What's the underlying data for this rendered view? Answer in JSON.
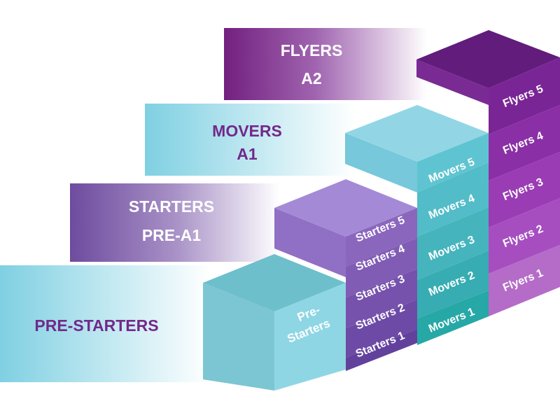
{
  "colors": {
    "teal_light": "#8fd6e4",
    "teal_mid": "#5ec3cf",
    "teal_dark": "#26a8a6",
    "violet_light": "#a37fcf",
    "violet_mid": "#8a66bd",
    "violet_dark": "#6c4aa8",
    "purple_light": "#b46cc8",
    "purple_mid": "#8a3aa8",
    "purple_dark": "#611c7c",
    "band_text_purple": "#73288b",
    "band_text_white": "#ffffff"
  },
  "bands": {
    "flyers": {
      "line1": "FLYERS",
      "line2": "A2"
    },
    "movers": {
      "line1": "MOVERS",
      "line2": "A1"
    },
    "starters": {
      "line1": "STARTERS",
      "line2": "PRE-A1"
    },
    "prestarters": {
      "line1": "PRE-STARTERS"
    }
  },
  "blocks": {
    "prestarters": {
      "line1": "Pre-",
      "line2": "Starters"
    },
    "starters": [
      "Starters 1",
      "Starters 2",
      "Starters 3",
      "Starters 4",
      "Starters 5"
    ],
    "movers": [
      "Movers 1",
      "Movers 2",
      "Movers 3",
      "Movers 4",
      "Movers 5"
    ],
    "flyers": [
      "Flyers 1",
      "Flyers 2",
      "Flyers 3",
      "Flyers 4",
      "Flyers 5"
    ]
  }
}
